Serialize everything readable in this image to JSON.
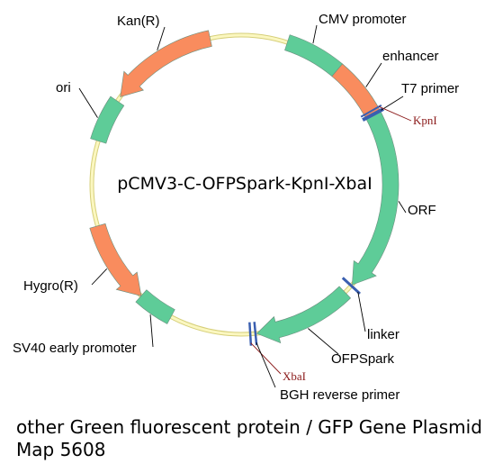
{
  "plasmid": {
    "name": "pCMV3-C-OFPSpark-KpnI-XbaI",
    "colors": {
      "backbone": "#fbf7c0",
      "backbone_edge": "#d6cf7a",
      "green_feature": "#5ecc98",
      "orange_feature": "#f98c5e",
      "restriction_mark": "#3a5fb0",
      "site_label": "#8b1a1a"
    },
    "features": [
      {
        "label": "CMV promoter",
        "color": "green",
        "arrow": false
      },
      {
        "label": "enhancer",
        "color": "orange",
        "arrow": false
      },
      {
        "label": "T7 primer",
        "color": "blue",
        "arrow": false
      },
      {
        "label": "ORF",
        "color": "green",
        "arrow": true
      },
      {
        "label": "linker",
        "color": "blue",
        "arrow": false
      },
      {
        "label": "OFPSpark",
        "color": "green",
        "arrow": true
      },
      {
        "label": "BGH reverse primer",
        "color": "blue",
        "arrow": false
      },
      {
        "label": "SV40 early promoter",
        "color": "green",
        "arrow": false
      },
      {
        "label": "Hygro(R)",
        "color": "orange",
        "arrow": true
      },
      {
        "label": "ori",
        "color": "green",
        "arrow": false
      },
      {
        "label": "Kan(R)",
        "color": "orange",
        "arrow": true
      }
    ],
    "sites": [
      "KpnI",
      "XbaI"
    ]
  },
  "caption": {
    "line1": "other Green fluorescent protein / GFP Gene Plasmid",
    "line2": "Map 5608"
  }
}
